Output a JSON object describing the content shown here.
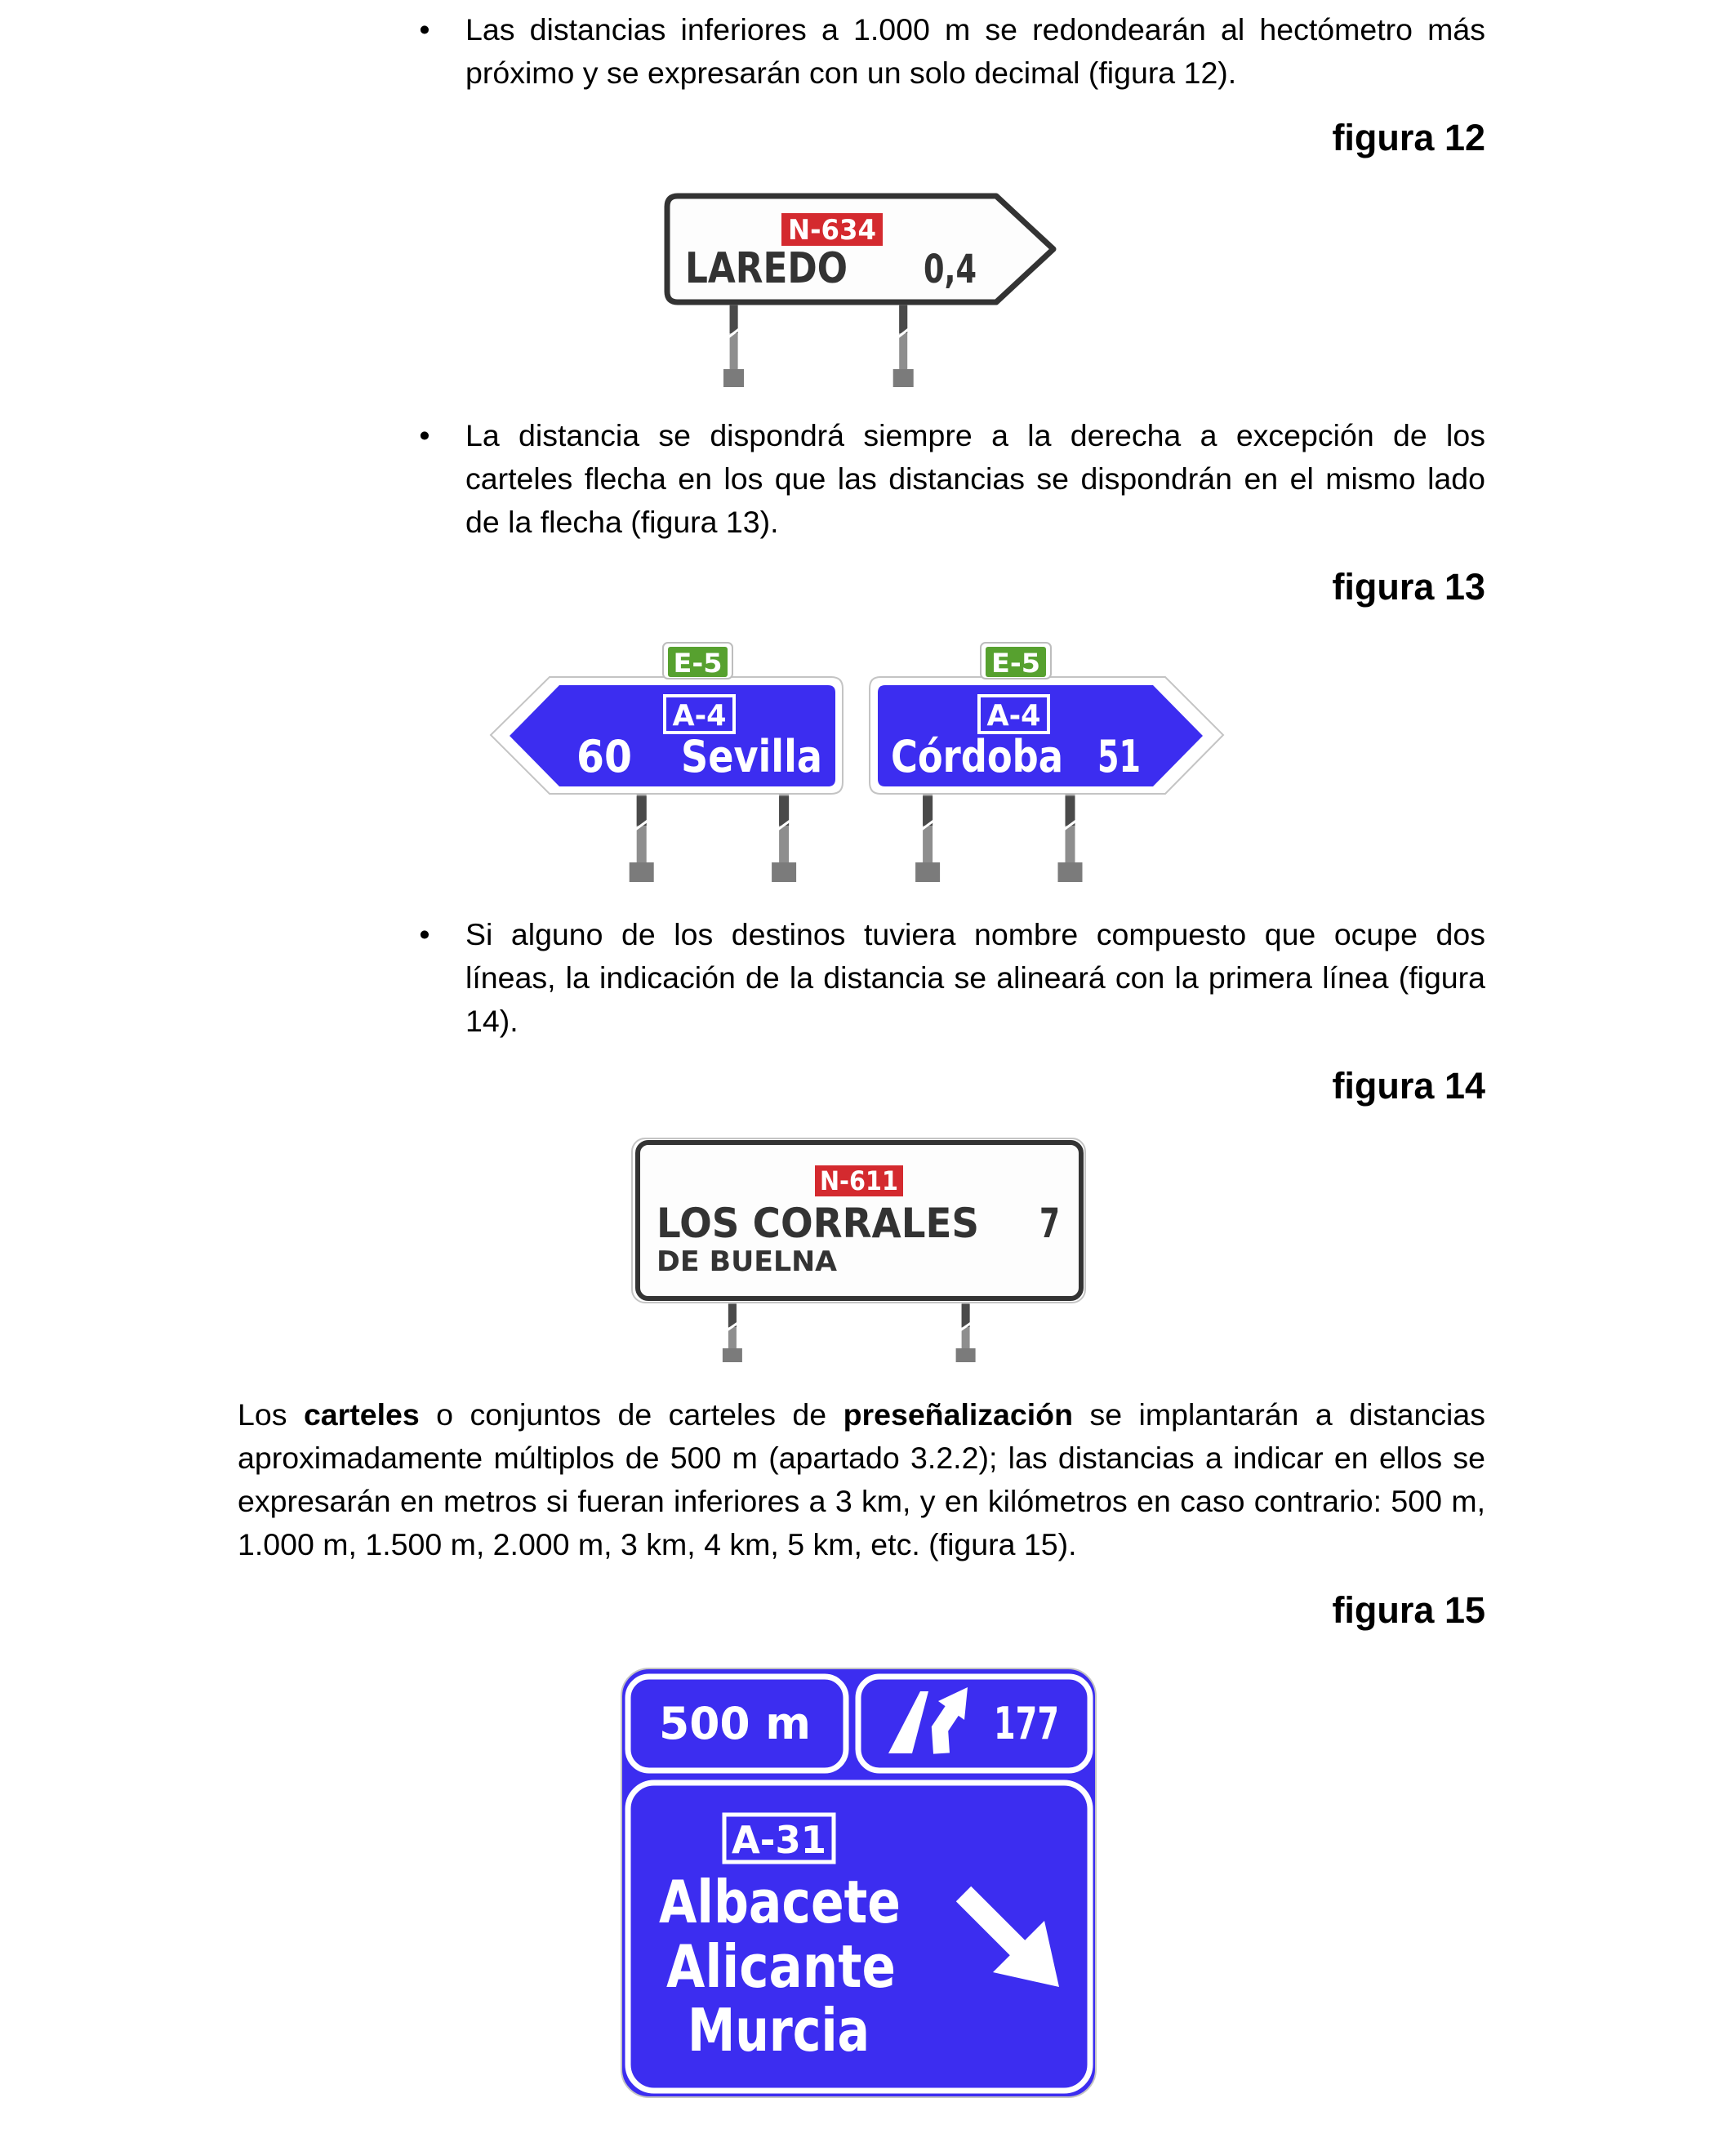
{
  "bullet_symbol": "•",
  "bullets": [
    {
      "lines": [
        "Las distancias inferiores a 1.000 m se redondearán al hectómetro más",
        "próximo y se expresarán con un solo decimal (figura 12)."
      ]
    },
    {
      "lines": [
        "La distancia se dispondrá siempre a la derecha a excepción de los",
        "carteles flecha en los que las distancias se dispondrán en el mismo lado",
        "de la flecha (figura 13)."
      ]
    },
    {
      "lines": [
        "Si alguno de los destinos tuviera nombre compuesto que ocupe dos",
        "líneas, la indicación de la distancia se alineará con la primera línea (figura",
        "14)."
      ]
    }
  ],
  "figure_labels": {
    "fig12": "figura 12",
    "fig13": "figura 13",
    "fig14": "figura 14",
    "fig15": "figura 15"
  },
  "fig12": {
    "road_code": "N-634",
    "destination": "LAREDO",
    "distance": "0,4"
  },
  "fig13": {
    "left_sign": {
      "euro_route": "E-5",
      "road_code": "A-4",
      "distance": "60",
      "destination": "Sevilla"
    },
    "right_sign": {
      "euro_route": "E-5",
      "road_code": "A-4",
      "destination": "Córdoba",
      "distance": "51"
    }
  },
  "fig14": {
    "road_code": "N-611",
    "destination_line1": "LOS CORRALES",
    "destination_line2": "DE BUELNA",
    "distance": "7"
  },
  "fig15": {
    "distance": "500 m",
    "exit_icon": "motorway-exit-icon",
    "exit_number": "177",
    "road_code": "A-31",
    "destinations": [
      "Albacete",
      "Alicante",
      "Murcia"
    ],
    "direction_icon": "arrow-down-right-icon"
  },
  "paragraph": {
    "line1": [
      "Los ",
      "carteles",
      " o conjuntos de carteles de ",
      "preseñalización",
      " se implantarán a distancias"
    ],
    "lines": [
      "aproximadamente múltiplos de 500 m (apartado 3.2.2); las distancias a indicar en ellos se",
      "expresarán en metros si fueran inferiores a 3 km, y en kilómetros en caso contrario: 500 m,",
      "1.000 m, 1.500 m, 2.000 m, 3 km, 4 km, 5 km, etc. (figura 15)."
    ]
  },
  "colors": {
    "sign_blue": "#3c2df0",
    "road_red": "#d42a2f",
    "euro_green": "#57a12f",
    "sign_border": "#333333",
    "sign_text_dark": "#333333"
  }
}
